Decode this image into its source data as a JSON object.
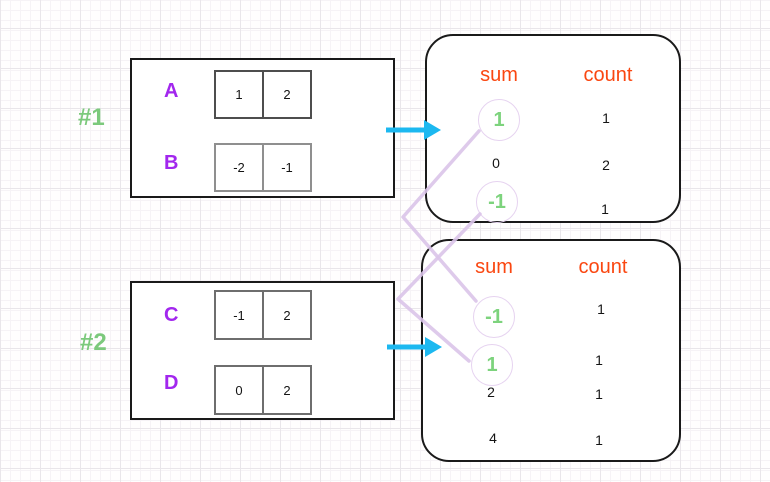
{
  "example1": {
    "label": "#1",
    "arrays": [
      {
        "name": "A",
        "values": [
          "1",
          "2"
        ]
      },
      {
        "name": "B",
        "values": [
          "-2",
          "-1"
        ]
      }
    ],
    "table": {
      "sum_header": "sum",
      "count_header": "count",
      "rows": [
        {
          "sum": "1",
          "count": "1",
          "circled": true
        },
        {
          "sum": "0",
          "count": "2",
          "circled": false
        },
        {
          "sum": "-1",
          "count": "1",
          "circled": true
        }
      ]
    }
  },
  "example2": {
    "label": "#2",
    "arrays": [
      {
        "name": "C",
        "values": [
          "-1",
          "2"
        ]
      },
      {
        "name": "D",
        "values": [
          "0",
          "2"
        ]
      }
    ],
    "table": {
      "sum_header": "sum",
      "count_header": "count",
      "rows": [
        {
          "sum": "-1",
          "count": "1",
          "circled": true
        },
        {
          "sum": "1",
          "count": "1",
          "circled": true
        },
        {
          "sum": "2",
          "count": "1",
          "circled": false
        },
        {
          "sum": "4",
          "count": "1",
          "circled": false
        }
      ]
    }
  },
  "connections": [
    {
      "from": "example1 sum 1",
      "to": "example2 sum -1"
    },
    {
      "from": "example1 sum -1",
      "to": "example2 sum 1"
    }
  ],
  "colors": {
    "array_label": "#A227EE",
    "example_label": "#7CC97C",
    "table_header": "#FA4711",
    "circled_value": "#7DD37D",
    "arrow": "#1CB8F0",
    "connector": "#DAC4E9"
  }
}
